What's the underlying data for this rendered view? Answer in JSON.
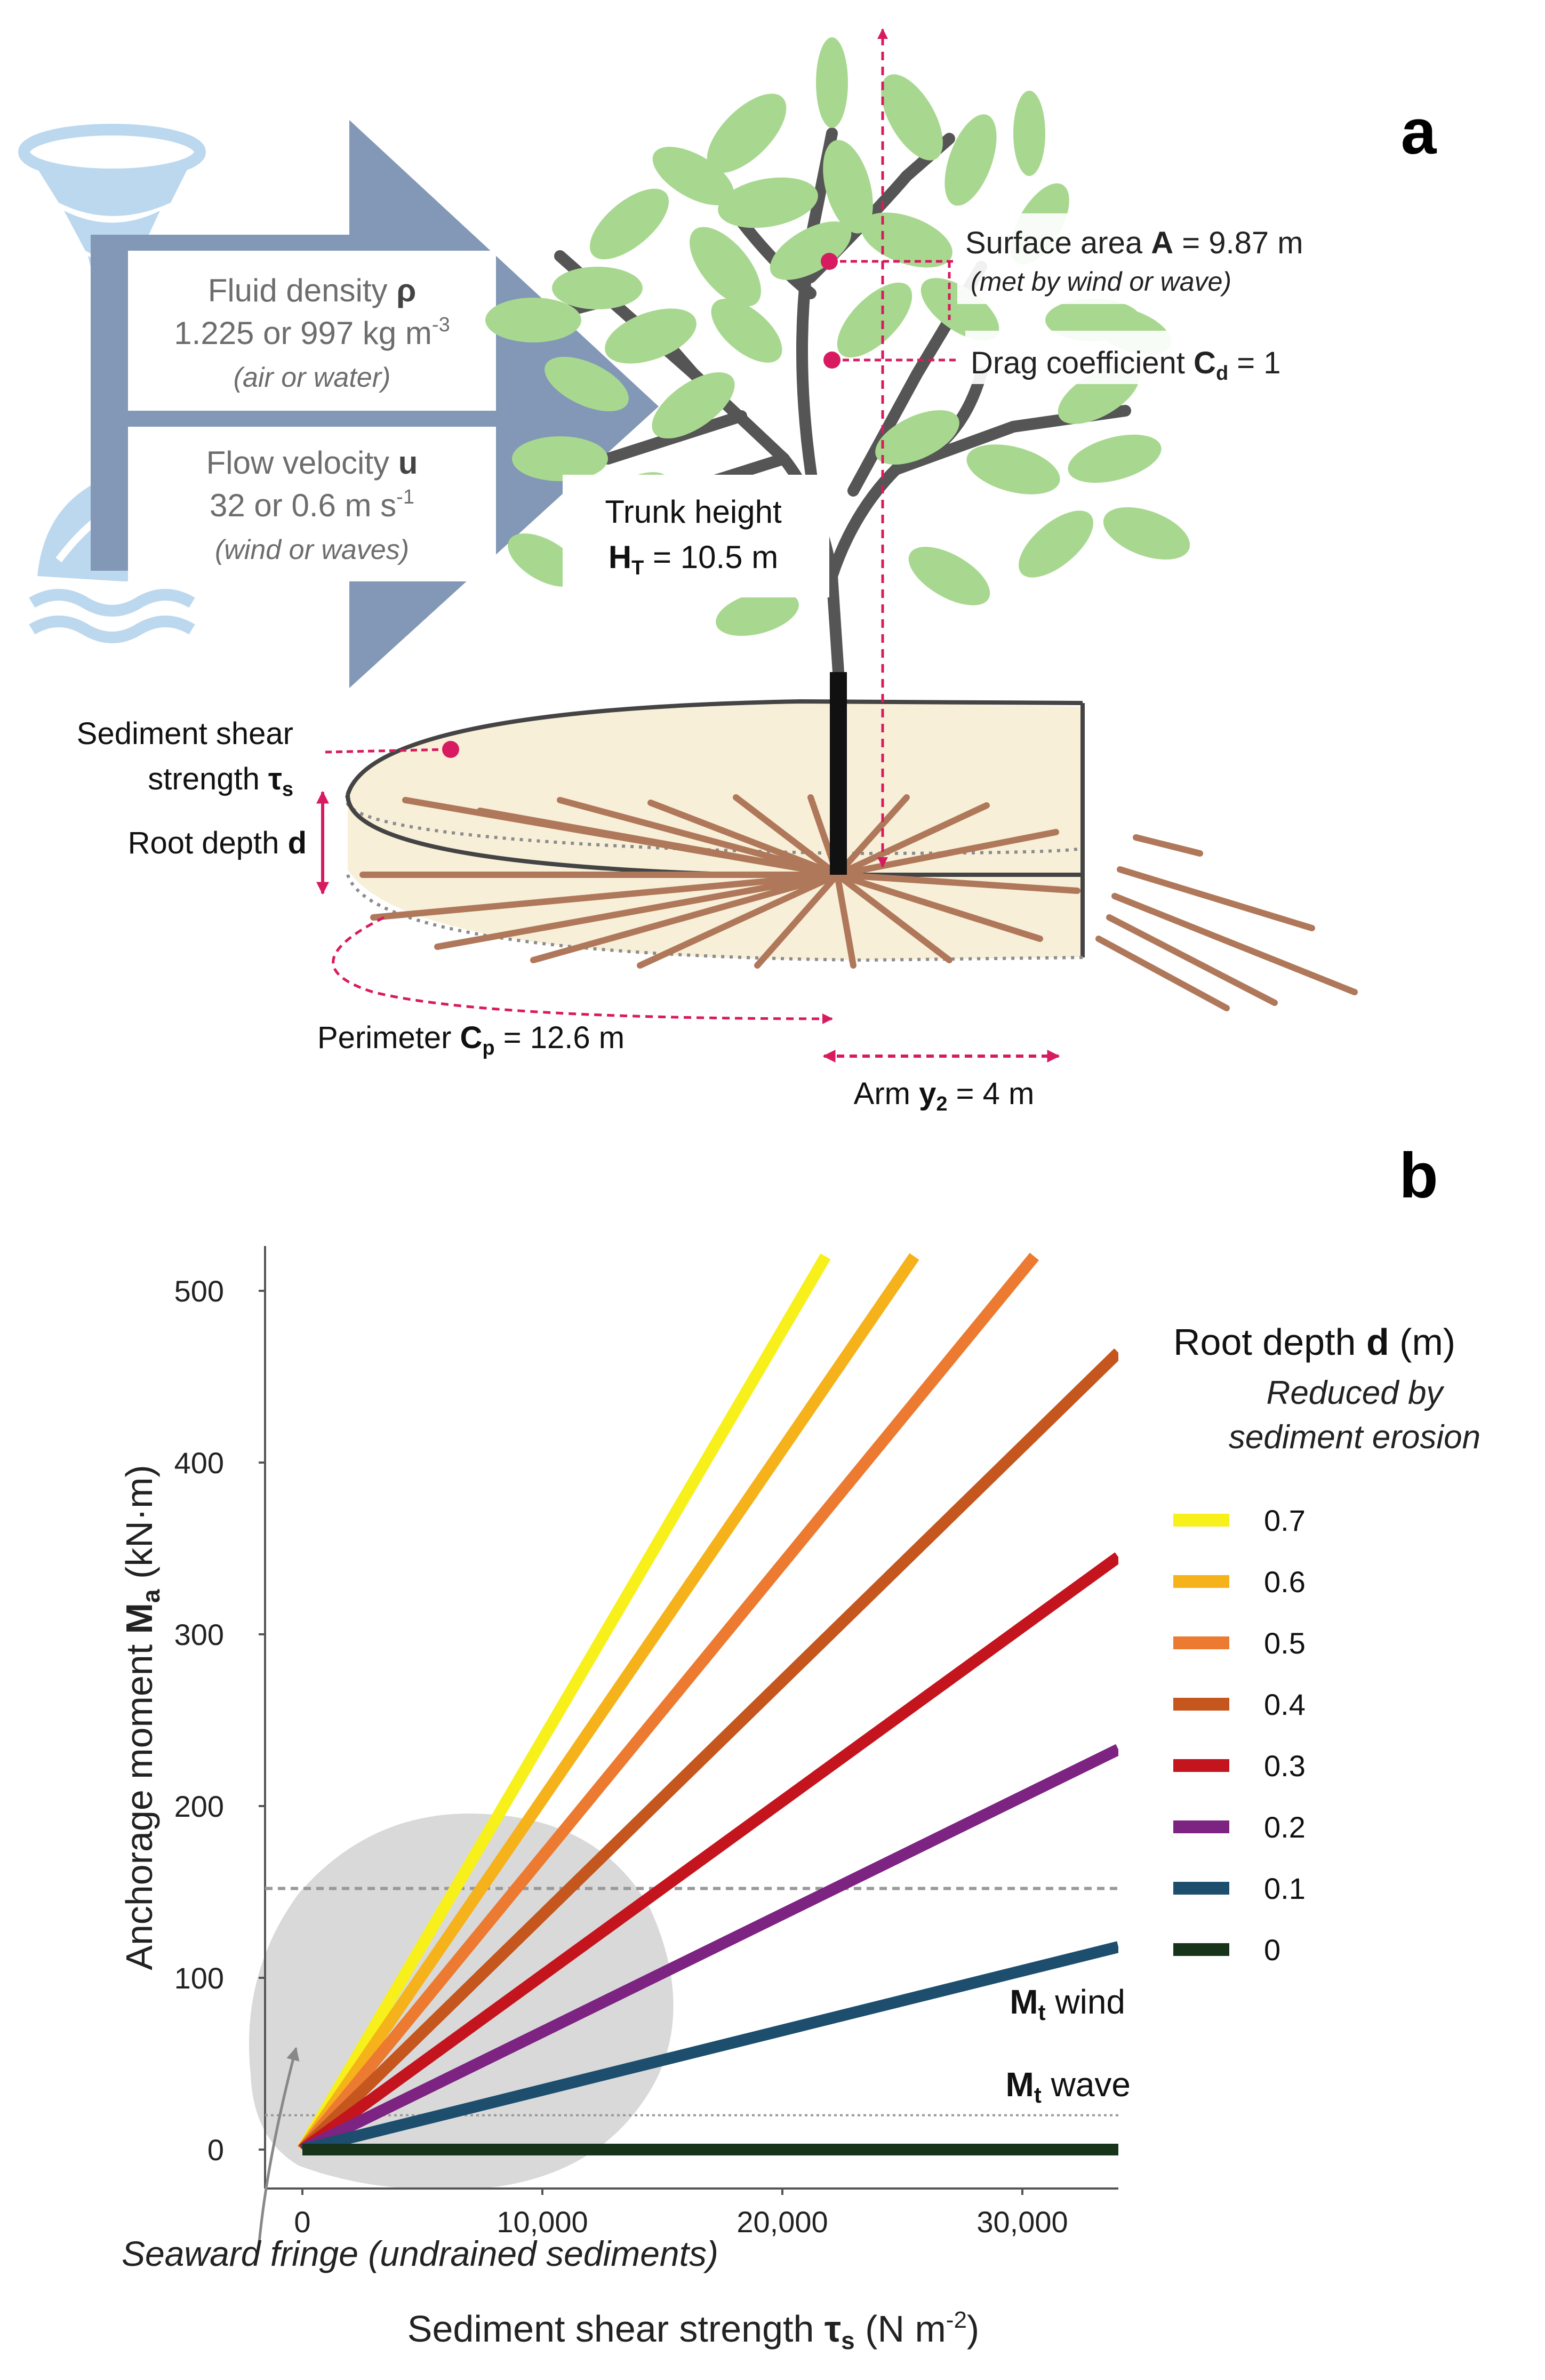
{
  "panel_a": {
    "label": "a",
    "fluid_density": {
      "title": "Fluid density",
      "symbol": "ρ",
      "value": "1.225 or 997 kg m",
      "value_sup": "-3",
      "note": "(air or water)"
    },
    "flow_velocity": {
      "title": "Flow velocity",
      "symbol": "u",
      "value": "32 or 0.6 m s",
      "value_sup": "-1",
      "note": "(wind or waves)"
    },
    "surface_area": {
      "label": "Surface area",
      "symbol": "A",
      "value": "= 9.87 m",
      "note": "(met by wind or wave)"
    },
    "drag": {
      "label": "Drag coefficient",
      "symbol": "C",
      "sub": "d",
      "value": "= 1"
    },
    "trunk": {
      "line1": "Trunk height",
      "symbol": "H",
      "sub": "T",
      "value": "= 10.5 m"
    },
    "shear": {
      "line1": "Sediment shear",
      "line2": "strength",
      "symbol": "τ",
      "sub": "s"
    },
    "root_depth": {
      "label": "Root depth",
      "symbol": "d"
    },
    "perimeter": {
      "label": "Perimeter",
      "symbol": "C",
      "sub": "p",
      "value": "= 12.6 m"
    },
    "arm": {
      "label": "Arm",
      "symbol": "y",
      "sub": "2",
      "value": "= 4 m"
    }
  },
  "panel_b": {
    "label": "b",
    "ylabel": "Anchorage moment",
    "ylabel_symbol": "M",
    "ylabel_sub": "a",
    "ylabel_unit": "(kN·m)",
    "xlabel": "Sediment shear strength",
    "xlabel_symbol": "τ",
    "xlabel_sub": "s",
    "xlabel_unit": "(N m",
    "xlabel_sup": "-2",
    "xlabel_close": ")",
    "legend_title": "Root depth",
    "legend_symbol": "d",
    "legend_unit": "(m)",
    "legend_note_1": "Reduced by",
    "legend_note_2": "sediment erosion",
    "mt_wind": {
      "symbol": "M",
      "sub": "t",
      "text": "wind"
    },
    "mt_wave": {
      "symbol": "M",
      "sub": "t",
      "text": "wave"
    },
    "fringe": "Seaward fringe (undrained sediments)"
  },
  "chart_data": {
    "type": "line",
    "xlabel": "Sediment shear strength τs (N m-2)",
    "ylabel": "Anchorage moment Ma (kN·m)",
    "xlim": [
      -1500,
      34000
    ],
    "ylim": [
      -30,
      525
    ],
    "xticks": [
      0,
      10000,
      20000,
      30000
    ],
    "xtick_labels": [
      "0",
      "10,000",
      "20,000",
      "30,000"
    ],
    "yticks": [
      0,
      100,
      200,
      300,
      400,
      500
    ],
    "ytick_labels": [
      "0",
      "100",
      "200",
      "300",
      "400",
      "500"
    ],
    "legend_position": "right",
    "series": [
      {
        "name": "0.7",
        "color": "#f7f01a",
        "x": [
          0,
          21800
        ],
        "y": [
          0,
          520
        ]
      },
      {
        "name": "0.6",
        "color": "#f5b21a",
        "x": [
          0,
          25500
        ],
        "y": [
          0,
          520
        ]
      },
      {
        "name": "0.5",
        "color": "#ec7a30",
        "x": [
          0,
          30500
        ],
        "y": [
          0,
          520
        ]
      },
      {
        "name": "0.4",
        "color": "#c4561e",
        "x": [
          0,
          34000
        ],
        "y": [
          0,
          464
        ]
      },
      {
        "name": "0.3",
        "color": "#c4141e",
        "x": [
          0,
          34000
        ],
        "y": [
          0,
          345
        ]
      },
      {
        "name": "0.2",
        "color": "#7d2382",
        "x": [
          0,
          34000
        ],
        "y": [
          0,
          233
        ]
      },
      {
        "name": "0.1",
        "color": "#1d4e6e",
        "x": [
          0,
          34000
        ],
        "y": [
          0,
          118
        ]
      },
      {
        "name": "0",
        "color": "#17341a",
        "x": [
          0,
          34000
        ],
        "y": [
          0,
          0
        ]
      }
    ],
    "reference_lines": [
      {
        "name": "Mt wind",
        "y": 152,
        "style": "dashed"
      },
      {
        "name": "Mt wave",
        "y": 20,
        "style": "dotted"
      }
    ]
  }
}
